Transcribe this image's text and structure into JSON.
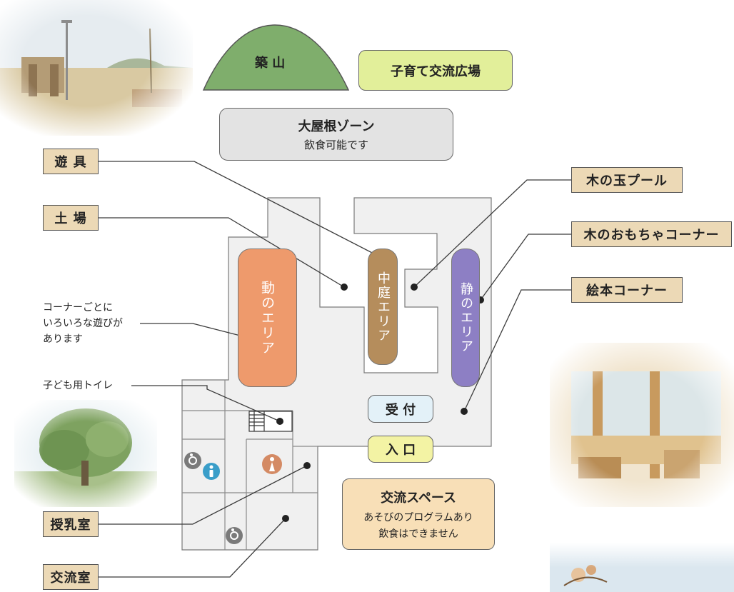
{
  "top": {
    "hill": "築 山",
    "plaza": "子育て交流広場",
    "roof_title": "大屋根ゾーン",
    "roof_sub": "飲食可能です"
  },
  "labels": {
    "yugu": "遊 具",
    "doba": "土 場",
    "kinotama": "木の玉プール",
    "omocha": "木のおもちゃコーナー",
    "ehon": "絵本コーナー",
    "junyu": "授乳室",
    "koryushitsu": "交流室"
  },
  "notes": {
    "corner": [
      "コーナーごとに",
      "いろいろな遊びが",
      "あります"
    ],
    "toilet": "子ども用トイレ"
  },
  "areas": {
    "dou": "動のエリア",
    "nakaniwa": "中庭エリア",
    "sei": "静のエリア",
    "uketsuke": "受 付",
    "iriguchi": "入 口"
  },
  "space": {
    "title": "交流スペース",
    "line1": "あそびのプログラムあり",
    "line2": "飲食はできません"
  },
  "colors": {
    "hill": "#7fae6c",
    "plaza": "#e2ef9a",
    "roof": "#e3e3e3",
    "label_bg": "#ecd9b6",
    "dou": "#ee9a6c",
    "nakaniwa": "#b58d5c",
    "sei": "#8d7fc4",
    "uketsuke": "#e3f1f8",
    "iriguchi": "#f3f3a4",
    "space": "#f8dfb7",
    "floor": "#f0f0f0"
  }
}
